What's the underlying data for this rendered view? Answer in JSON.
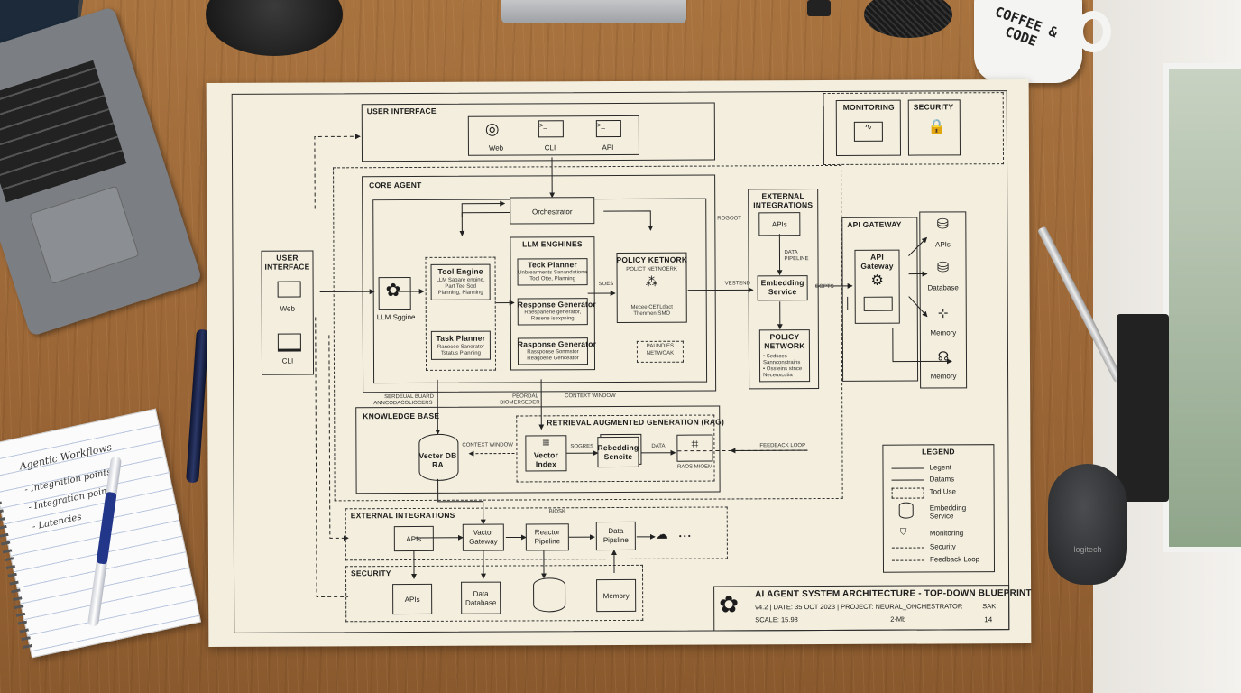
{
  "mug_text": "COFFEE & CODE",
  "mouse_brand": "logitech",
  "notebook": {
    "title": "Agentic Workflows",
    "lines": [
      "- Integration points",
      "- Integration points",
      "- Latencies"
    ]
  },
  "blueprint": {
    "user_interface_top": {
      "title": "USER INTERFACE",
      "items": [
        "Web",
        "CLI",
        "API"
      ]
    },
    "monitoring": "MONITORING",
    "security_top": "SECURITY",
    "core_agent": {
      "title": "CORE AGENT",
      "orchestrator": "Orchestrator",
      "llm_engine_label": "LLM Sgginе",
      "tool_engine": {
        "title": "Tool Engine",
        "desc": [
          "LLM Sagare engine,",
          "Part Tee Sod",
          "Planning, Planning"
        ]
      },
      "task_planner_left": {
        "title": "Task Planner",
        "desc": [
          "Ranocee Sanorator",
          "Tstatus Planning"
        ]
      },
      "llm_engines": {
        "title": "LLM ENGHINES",
        "task_planner": {
          "title": "Teck Planner",
          "desc": [
            "Unbrearments Sanandationa",
            "Tool Otte, Planning"
          ]
        },
        "response_gen1": {
          "title": "Response Generator",
          "desc": [
            "Raespanene generator,",
            "Rasene isexpning"
          ]
        },
        "response_gen2": {
          "title": "Rasponse Generator",
          "desc": [
            "Rassponse Sonmstor",
            "Reagoene Genceator"
          ]
        }
      },
      "policy_network": {
        "title": "POLICY KETNORK",
        "sub": "POLICT NETNOERK",
        "desc": [
          "Mecee CETLdact",
          "Thenmen SMO"
        ]
      },
      "policy_network_dashed": [
        "PAUNDIES",
        "NETWOAK"
      ],
      "sodes_label": "SOES"
    },
    "user_interface_left": {
      "title": [
        "USER",
        "INTERFACE"
      ],
      "items": [
        "Web",
        "CLI"
      ]
    },
    "labels_below_core": {
      "left": [
        "SERDEUAL BUARD",
        "ANNCODACOLIOCERS"
      ],
      "mid": [
        "PEORDAL",
        "BIOMERSEDER"
      ],
      "context_window": "CONTEXT WINDOW"
    },
    "knowledge_base": {
      "title": "KNOWLEDGE BASE",
      "vector_db": [
        "Vecter DB",
        "RA"
      ],
      "context_window": "CONTEXT WINDOW",
      "rag": {
        "title": "RETRIEVAL AUGMENTED GENERATION (RAG)",
        "vector_index": [
          "Vector",
          "Index"
        ],
        "sogres": "SOGRES",
        "embedding": [
          "Rebedding",
          "Sencite"
        ],
        "data": "DATA",
        "model": "RAOS MIOEM"
      }
    },
    "external_integrations_right": {
      "title": [
        "EXTERNAL",
        "INTEGRATIONS"
      ],
      "apis": "APIs",
      "data_pipeline": [
        "DATA",
        "PIPELINE"
      ],
      "embedding_service": [
        "Embedding",
        "Service"
      ],
      "policy_network": [
        "POLICY",
        "NETWORK"
      ],
      "policy_desc": [
        "• Sedsces",
        "  Sannconstrains",
        "• Ossteins stnce",
        "  Neceuxcctia"
      ]
    },
    "side_labels": {
      "r6007": "ROGOOT",
      "vestrend": "VESTEND",
      "gopts": "GOPTS"
    },
    "api_gateway_section": {
      "title": "API GATEWAY",
      "gateway": [
        "API",
        "Gateway"
      ],
      "apis": "APIs",
      "database": "Database",
      "memory1": "Memory",
      "memory2": "Memory"
    },
    "external_integrations_bottom": {
      "title": "EXTERNAL INTEGRATIONS",
      "apis": "APIs",
      "vector_gateway": [
        "Vactor",
        "Gateway"
      ],
      "reactor_pipeline": [
        "Reactor",
        "Pipeline"
      ],
      "data_pipeline": [
        "Data",
        "Pipsline"
      ],
      "dots": "• • •",
      "biosk": "BIOSK"
    },
    "security_bottom": {
      "title": "SECURITY",
      "apis": "APIs",
      "data_database": [
        "Data",
        "Database"
      ],
      "memory": "Memory"
    },
    "feedback_loop": "FEEDBACK LOOP",
    "legend": {
      "title": "LEGEND",
      "items": [
        "Legent",
        "Datams",
        "Tod Use",
        "Embedding Service",
        "Monitoring",
        "Security",
        "Feedback Loop"
      ]
    },
    "title_block": {
      "title": "AI AGENT SYSTEM ARCHITECTURE - TOP-DOWN BLUEPRINT",
      "version_line": "v4.2 | DATE: 35 OCT 2023 | PROJECT: NEURAL_ONCHESTRATOR",
      "scale": "SCALE: 15.98",
      "sheet": "2-Mb",
      "sak": "SAK",
      "num": "14"
    }
  }
}
